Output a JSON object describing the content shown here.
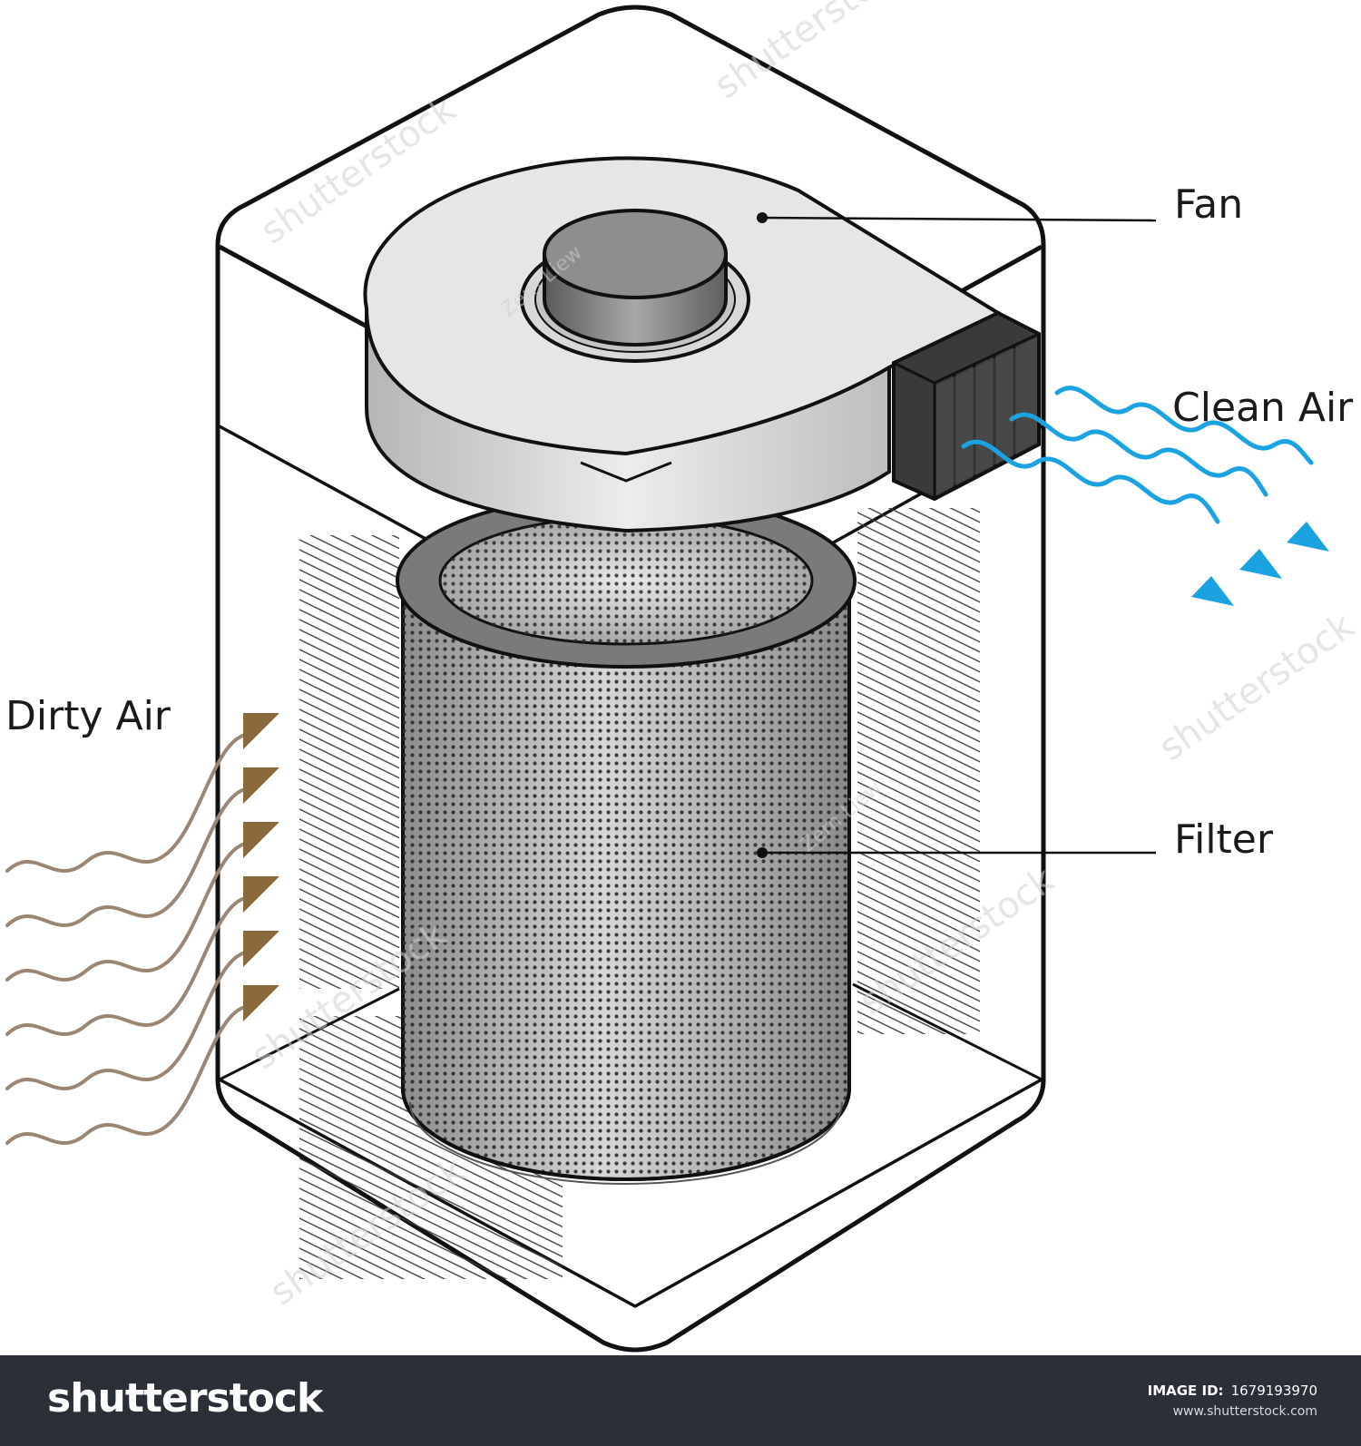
{
  "labels": {
    "fan": "Fan",
    "clean_air": "Clean Air",
    "filter": "Filter",
    "dirty_air": "Dirty Air"
  },
  "colors": {
    "clean_air": "#1aa3e0",
    "dirty_air": "#9a8672",
    "dirty_arrow": "#8a6a3a",
    "outline": "#111111"
  },
  "footer": {
    "logo": "shutterstock",
    "image_id_label": "IMAGE ID:",
    "image_id": "1679193970",
    "site": "www.shutterstock.com"
  },
  "watermarks": [
    "shutterstock",
    "Zern Liew"
  ]
}
